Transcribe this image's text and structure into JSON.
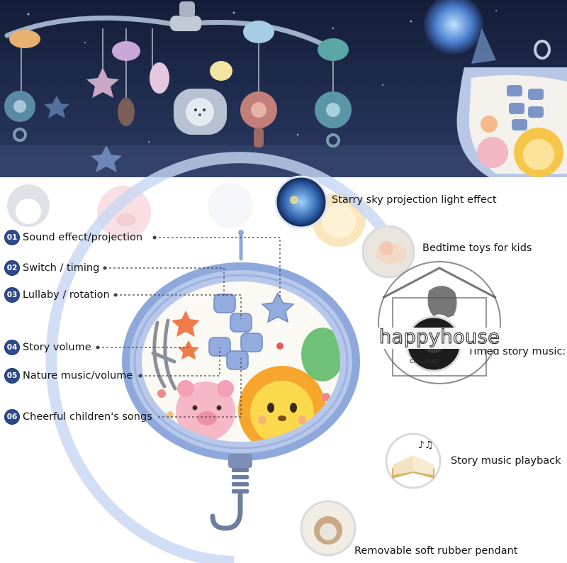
{
  "callouts": [
    {
      "number": "01",
      "label": "Sound effect/projection"
    },
    {
      "number": "02",
      "label": "Switch / timing"
    },
    {
      "number": "03",
      "label": "Lullaby / rotation"
    },
    {
      "number": "04",
      "label": "Story volume"
    },
    {
      "number": "05",
      "label": "Nature music/volume"
    },
    {
      "number": "06",
      "label": "Cheerful children's songs"
    }
  ],
  "features": {
    "projection": "Starry sky projection light effect",
    "bedtime": "Bedtime toys for kids",
    "timed_story": "Timed story music:",
    "story_playback": "Story music playback",
    "pendant": "Removable soft rubber pendant"
  },
  "watermark": {
    "brand": "happyhouse",
    "sub": "cn...mip"
  },
  "colors": {
    "night_sky": "#1c2a4a",
    "ring_blue": "#c7d6f3",
    "device_blue": "#8ea8dc",
    "number_badge": "#2d4a8a"
  }
}
